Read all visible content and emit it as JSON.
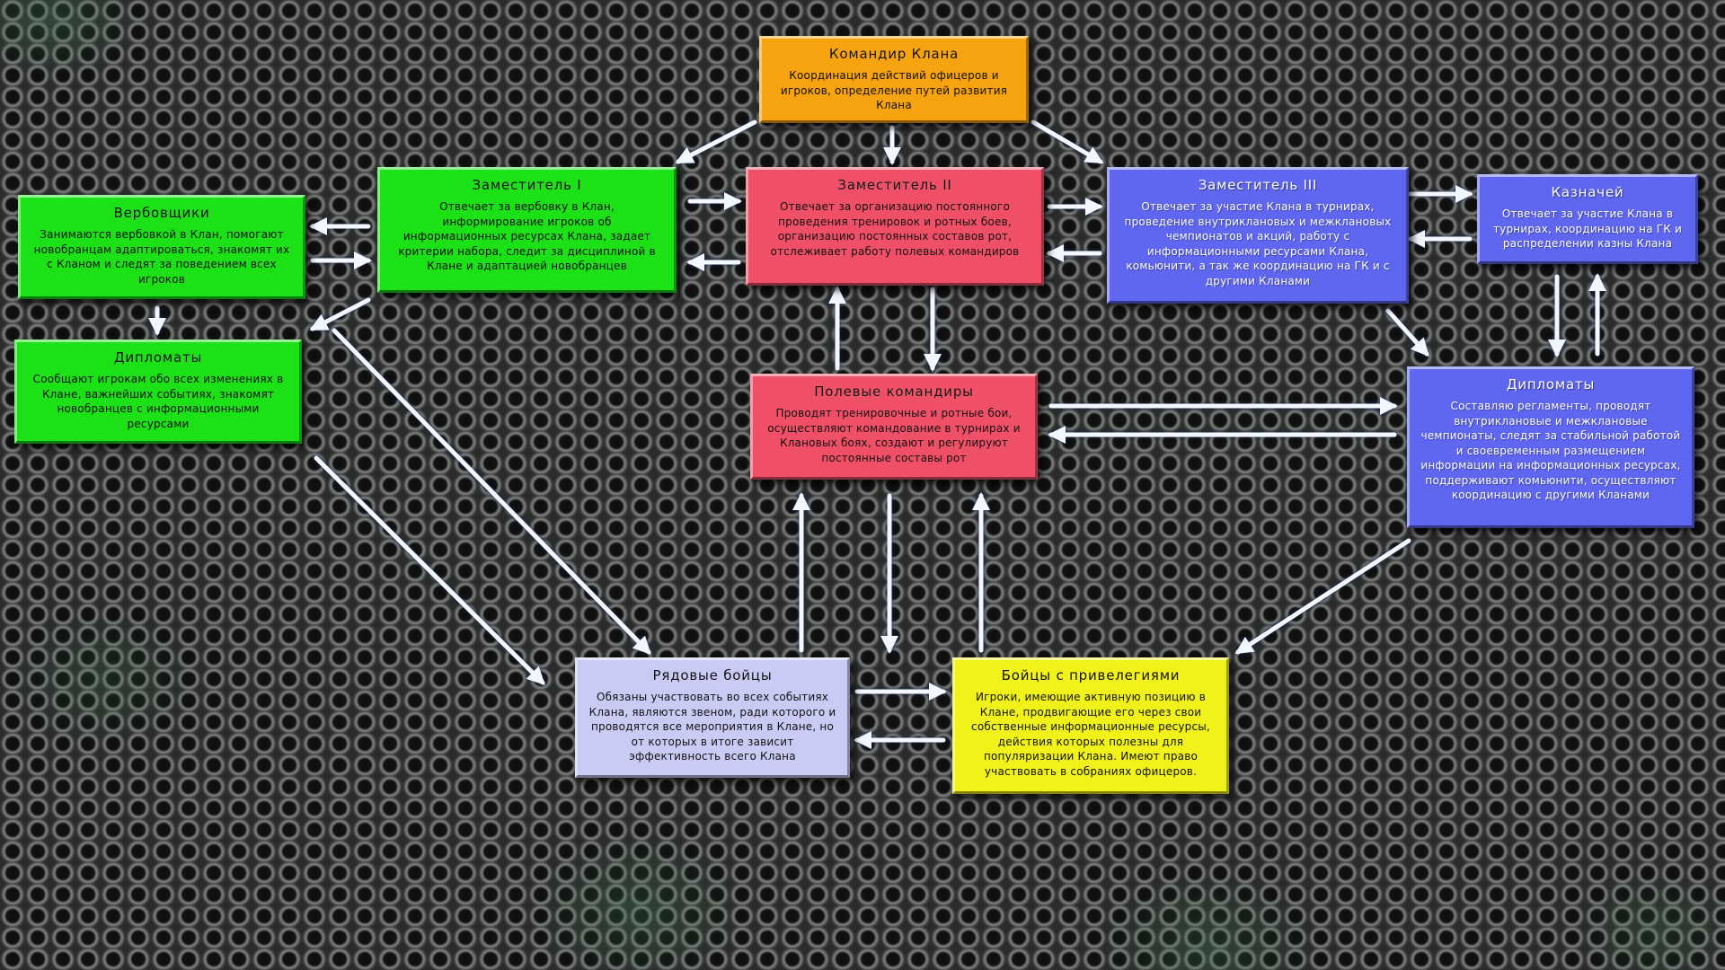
{
  "nodes": {
    "commander": {
      "title": "Командир Клана",
      "desc": "Координация действий офицеров и игроков, определение путей развития Клана"
    },
    "deputy1": {
      "title": "Заместитель I",
      "desc": "Отвечает за вербовку в Клан, информирование игроков об информационных ресурсах Клана, задает критерии набора, следит за дисциплиной в Клане и адаптацией новобранцев"
    },
    "deputy2": {
      "title": "Заместитель II",
      "desc": "Отвечает за организацию постоянного проведения тренировок и ротных боев, организацию постоянных составов рот, отслеживает работу полевых командиров"
    },
    "deputy3": {
      "title": "Заместитель III",
      "desc": "Отвечает за участие Клана в турнирах, проведение внутриклановых и межклановых чемпионатов и акций, работу с информационными ресурсами Клана, комьюнити, а так же координацию на ГК и с другими Кланами"
    },
    "treasurer": {
      "title": "Казначей",
      "desc": "Отвечает за участие Клана в турнирах, координацию на ГК и распределении казны Клана"
    },
    "recruiters": {
      "title": "Вербовщики",
      "desc": "Занимаются вербовкой в Клан, помогают новобранцам адаптироваться, знакомят их с Кланом и следят за поведением всех игроков"
    },
    "diplomats_left": {
      "title": "Дипломаты",
      "desc": "Сообщают игрокам обо всех изменениях в Клане, важнейших событиях, знакомят новобранцев с информационными ресурсами"
    },
    "field_commanders": {
      "title": "Полевые командиры",
      "desc": "Проводят тренировочные и ротные бои, осуществляют командование в турнирах и Клановых боях, создают и регулируют постоянные составы рот"
    },
    "diplomats_right": {
      "title": "Дипломаты",
      "desc": "Составляю регламенты, проводят внутриклановые и межклановые чемпионаты, следят за стабильной работой и своевременным размещением информации на информационных ресурсах, поддерживают комьюнити, осуществляют координацию с другими Кланами"
    },
    "privates": {
      "title": "Рядовые бойцы",
      "desc": "Обязаны участвовать во всех событиях Клана, являются звеном, ради которого и проводятся все мероприятия в Клане, но от которых в итоге зависит эффективность всего Клана"
    },
    "privileged": {
      "title": "Бойцы с привелегиями",
      "desc": "Игроки, имеющие активную позицию в Клане, продвигающие его через свои собственные информационные ресурсы, действия которых полезны для популяризации Клана. Имеют право участвовать в собраниях офицеров."
    }
  },
  "colors": {
    "commander": "#f7a20f",
    "deputy1": "#1ce117",
    "deputy2": "#f05067",
    "deputy3": "#5f66f0",
    "privates": "#c9cbf4",
    "privileged": "#f2f21b",
    "arrow": "#ffffff"
  }
}
